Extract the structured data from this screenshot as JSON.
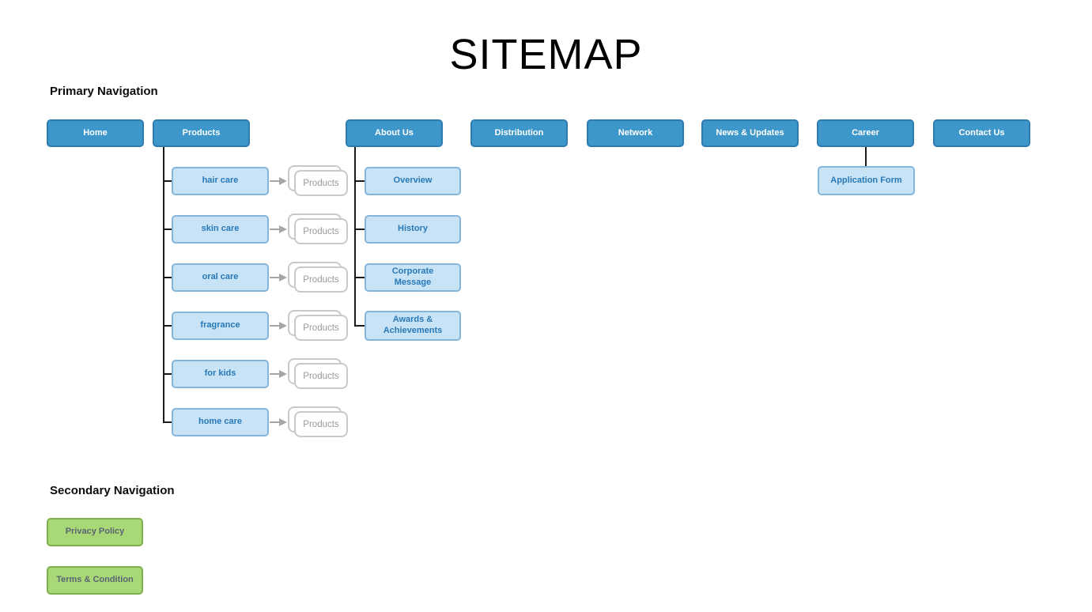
{
  "title": "SITEMAP",
  "colors": {
    "primary_node_fill": "#3d97cb",
    "primary_node_border": "#2d7cad",
    "primary_node_text": "#ffffff",
    "sub_node_fill": "#c8e3f5",
    "sub_node_border": "#86b5dc",
    "sub_node_text": "#2879b8",
    "stack_border": "#c9c9c9",
    "stack_text": "#999999",
    "secondary_fill": "#a9d877",
    "secondary_border": "#7faf4e",
    "secondary_text": "#5a6572",
    "connector": "#1a1a1a",
    "arrow": "#a6a6a6"
  },
  "primary": {
    "heading": "Primary Navigation",
    "items": [
      {
        "label": "Home"
      },
      {
        "label": "Products",
        "children": [
          {
            "label": "hair care",
            "stack_label": "Products"
          },
          {
            "label": "skin care",
            "stack_label": "Products"
          },
          {
            "label": "oral care",
            "stack_label": "Products"
          },
          {
            "label": "fragrance",
            "stack_label": "Products"
          },
          {
            "label": "for kids",
            "stack_label": "Products"
          },
          {
            "label": "home care",
            "stack_label": "Products"
          }
        ]
      },
      {
        "label": "About Us",
        "children": [
          {
            "label": "Overview"
          },
          {
            "label": "History"
          },
          {
            "label": "Corporate Message"
          },
          {
            "label": "Awards & Achievements"
          }
        ]
      },
      {
        "label": "Distribution"
      },
      {
        "label": "Network"
      },
      {
        "label": "News & Updates"
      },
      {
        "label": "Career",
        "children": [
          {
            "label": "Application Form"
          }
        ]
      },
      {
        "label": "Contact Us"
      }
    ]
  },
  "secondary": {
    "heading": "Secondary Navigation",
    "items": [
      {
        "label": "Privacy Policy"
      },
      {
        "label": "Terms & Condition"
      }
    ]
  }
}
